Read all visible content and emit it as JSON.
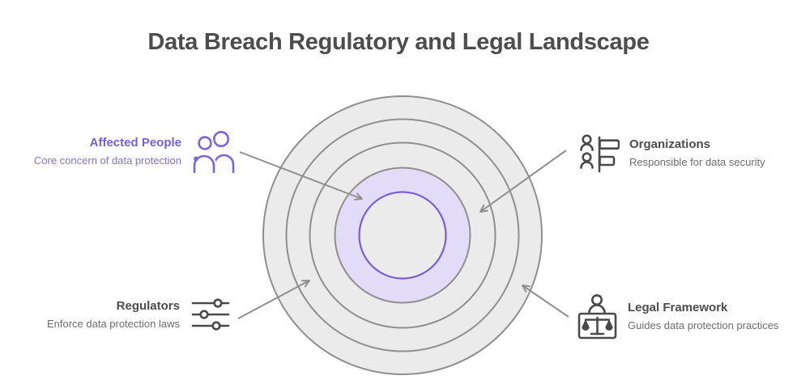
{
  "title": "Data Breach Regulatory and Legal Landscape",
  "items": [
    {
      "id": "affected-people",
      "label": "Affected People",
      "description": "Core concern of data protection",
      "icon": "people-group-icon",
      "emphasis": "purple",
      "position": "top-left"
    },
    {
      "id": "organizations",
      "label": "Organizations",
      "description": "Responsible for data security",
      "icon": "org-hierarchy-icon",
      "emphasis": "default",
      "position": "top-right"
    },
    {
      "id": "regulators",
      "label": "Regulators",
      "description": "Enforce data protection laws",
      "icon": "sliders-icon",
      "emphasis": "default",
      "position": "bottom-left"
    },
    {
      "id": "legal-framework",
      "label": "Legal Framework",
      "description": "Guides data protection practices",
      "icon": "justice-scales-icon",
      "emphasis": "default",
      "position": "bottom-right"
    }
  ],
  "diagram": {
    "type": "concentric-onion",
    "ring_count": 5,
    "arrows_point_inward": true,
    "arrow_targets_outer_to_inner": [
      "Legal Framework",
      "Regulators",
      "Organizations",
      "Affected People"
    ],
    "core_band_highlighted": true
  },
  "colors": {
    "accent_purple": "#7560d5",
    "accent_purple_light": "#8673da",
    "icon_purple": "#7c64d9",
    "ring_fill": "#ebebeb",
    "ring_stroke": "#8f8f8f",
    "core_band_fill": "#e3dcf9",
    "core_ring_stroke": "#7a5fd6",
    "text_dark": "#4d4d4d",
    "text_gray": "#6e6e6e"
  }
}
